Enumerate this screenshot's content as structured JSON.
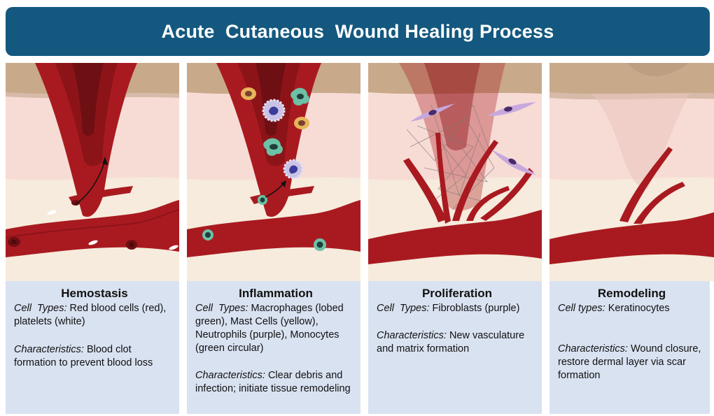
{
  "title": "Acute  Cutaneous  Wound Healing Process",
  "stages": [
    {
      "name": "Hemostasis",
      "cell_label": "Cell  Types:",
      "cell_text": "Red blood cells (red), platelets (white)",
      "char_label": "Characteristics:",
      "char_text": "Blood clot formation to prevent blood loss"
    },
    {
      "name": "Inflammation",
      "cell_label": "Cell  Types:",
      "cell_text": "Macrophages (lobed green), Mast Cells (yellow), Neutrophils (purple), Monocytes (green circular)",
      "char_label": "Characteristics:",
      "char_text": "Clear debris and infection; initiate tissue remodeling"
    },
    {
      "name": "Proliferation",
      "cell_label": "Cell  Types:",
      "cell_text": "Fibroblasts (purple)",
      "char_label": "Characteristics:",
      "char_text": "New vasculature and matrix formation"
    },
    {
      "name": "Remodeling",
      "cell_label": "Cell types:",
      "cell_text": "Keratinocytes",
      "char_label": "Characteristics:",
      "char_text": "Wound closure, restore dermal layer via scar formation"
    }
  ],
  "colors": {
    "banner": "#14587f",
    "info_bg": "#d9e2f1",
    "epidermis": "#c8a98a",
    "dermis": "#f6dcd7",
    "hypodermis": "#f6ebdc",
    "blood": "#a91a20"
  }
}
